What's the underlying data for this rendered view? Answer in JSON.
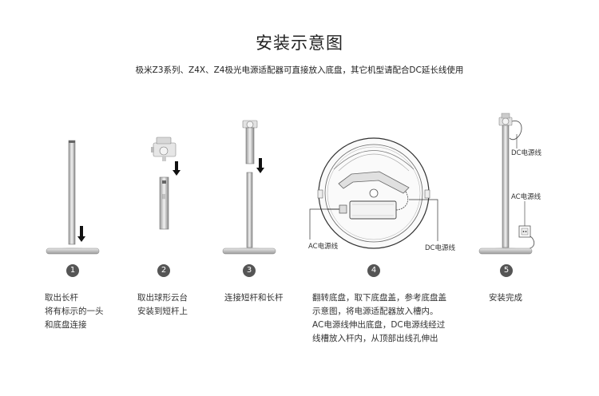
{
  "title": "安装示意图",
  "subtitle": "极米Z3系列、Z4X、Z4极光电源适配器可直接放入底盘，其它机型请配合DC延长线使用",
  "steps": [
    {
      "number": "1",
      "lines": [
        "取出长杆",
        "将有标示的一头",
        "和底盘连接"
      ]
    },
    {
      "number": "2",
      "lines": [
        "取出球形云台",
        "安装到短杆上"
      ]
    },
    {
      "number": "3",
      "lines": [
        "连接短杆和长杆"
      ]
    },
    {
      "number": "4",
      "lines": [
        "翻转底盘，取下底盘盖，参考底盘盖",
        "示意图，将电源适配器放入槽内。",
        "AC电源线伸出底盘，DC电源线经过",
        "线槽放入杆内，从顶部出线孔伸出"
      ]
    },
    {
      "number": "5",
      "lines": [
        "安装完成"
      ]
    }
  ],
  "labels": {
    "ac_cable": "AC电源线",
    "dc_cable": "DC电源线",
    "dc_cable_right": "DC电源线",
    "ac_cable_right": "AC电源线"
  }
}
